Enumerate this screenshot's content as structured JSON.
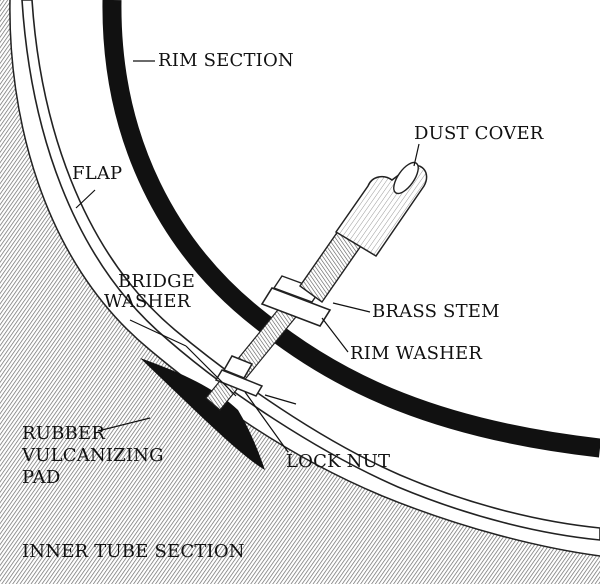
{
  "labels": {
    "rim_section": "RIM SECTION",
    "dust_cover": "DUST COVER",
    "flap": "FLAP",
    "bridge_washer_line1": "BRIDGE",
    "bridge_washer_line2": "WASHER",
    "brass_stem": "BRASS STEM",
    "rim_washer": "RIM WASHER",
    "rubber_pad_line1": "RUBBER",
    "rubber_pad_line2": "VULCANIZING",
    "rubber_pad_line3": "PAD",
    "lock_nut": "LOCK NUT",
    "inner_tube_section": "INNER TUBE SECTION"
  }
}
